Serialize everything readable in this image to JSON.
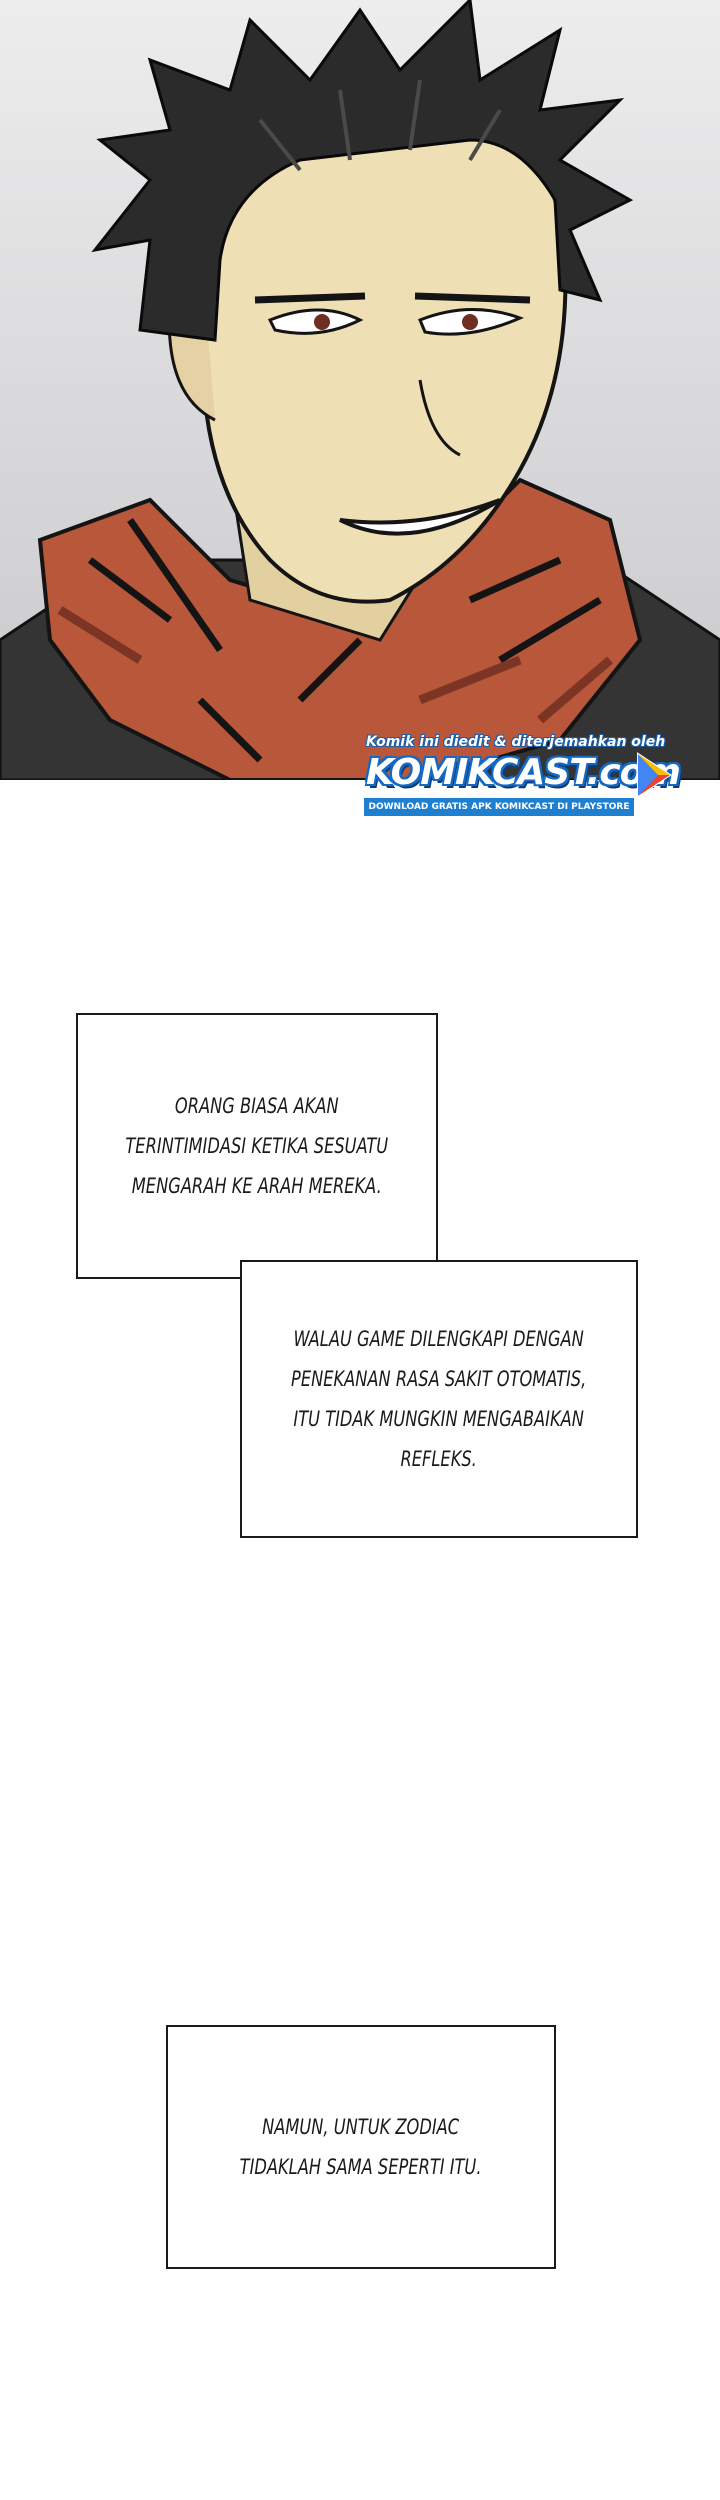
{
  "watermark": {
    "top_line": "Komik ini diedit & diterjemahkan oleh",
    "logo": "KOMIKCAST.com",
    "bottom_line": "DOWNLOAD GRATIS APK KOMIKCAST DI PLAYSTORE"
  },
  "captions": [
    {
      "text": "ORANG BIASA AKAN\nTERINTIMIDASI KETIKA SESUATU\nMENGARAH KE ARAH MEREKA."
    },
    {
      "text": "WALAU GAME DILENGKAPI DENGAN\nPENEKANAN RASA SAKIT OTOMATIS,\nITU TIDAK MUNGKIN MENGABAIKAN\nREFLEKS."
    },
    {
      "text": "NAMUN, UNTUK ZODIAC\nTIDAKLAH SAMA SEPERTI ITU."
    }
  ],
  "colors": {
    "background": "#ffffff",
    "panel_gradient_top": "#ededee",
    "panel_gradient_bottom": "#c8c8cb",
    "hair": "#2b2b2b",
    "skin": "#eedfb5",
    "scarf": "#b8573a",
    "jacket": "#333333",
    "caption_border": "#1a1a1a",
    "watermark_blue": "#1e7fd0"
  }
}
